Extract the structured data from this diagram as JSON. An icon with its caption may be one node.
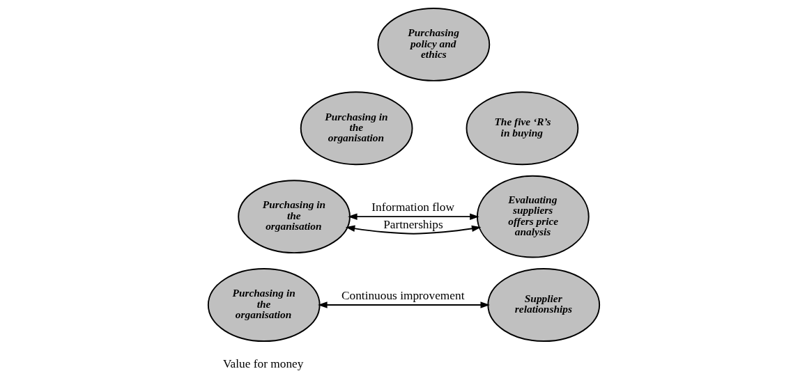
{
  "diagram": {
    "nodes": [
      {
        "text": [
          "Purchasing policy and ethics"
        ]
      },
      {
        "text": [
          "Purchasing in the organisation"
        ]
      },
      {
        "text": [
          "The five ‘R’s in buying"
        ]
      },
      {
        "text": [
          "Purchasing in the organisation"
        ]
      },
      {
        "text": [
          "Evaluating suppliers offers price analysis"
        ]
      },
      {
        "text": [
          "Purchasing in the organisation"
        ]
      },
      {
        "text": [
          "Supplier relationships"
        ]
      }
    ],
    "edges": [
      {
        "from": 3,
        "to": 4,
        "arrow": "both",
        "label": "Information flow"
      },
      {
        "from": 3,
        "to": 4,
        "arrow": "both",
        "label": "Partnerships"
      },
      {
        "from": 5,
        "to": 6,
        "arrow": "both",
        "label": "Continuous improvement"
      }
    ],
    "labels": [
      "Value for money"
    ]
  }
}
